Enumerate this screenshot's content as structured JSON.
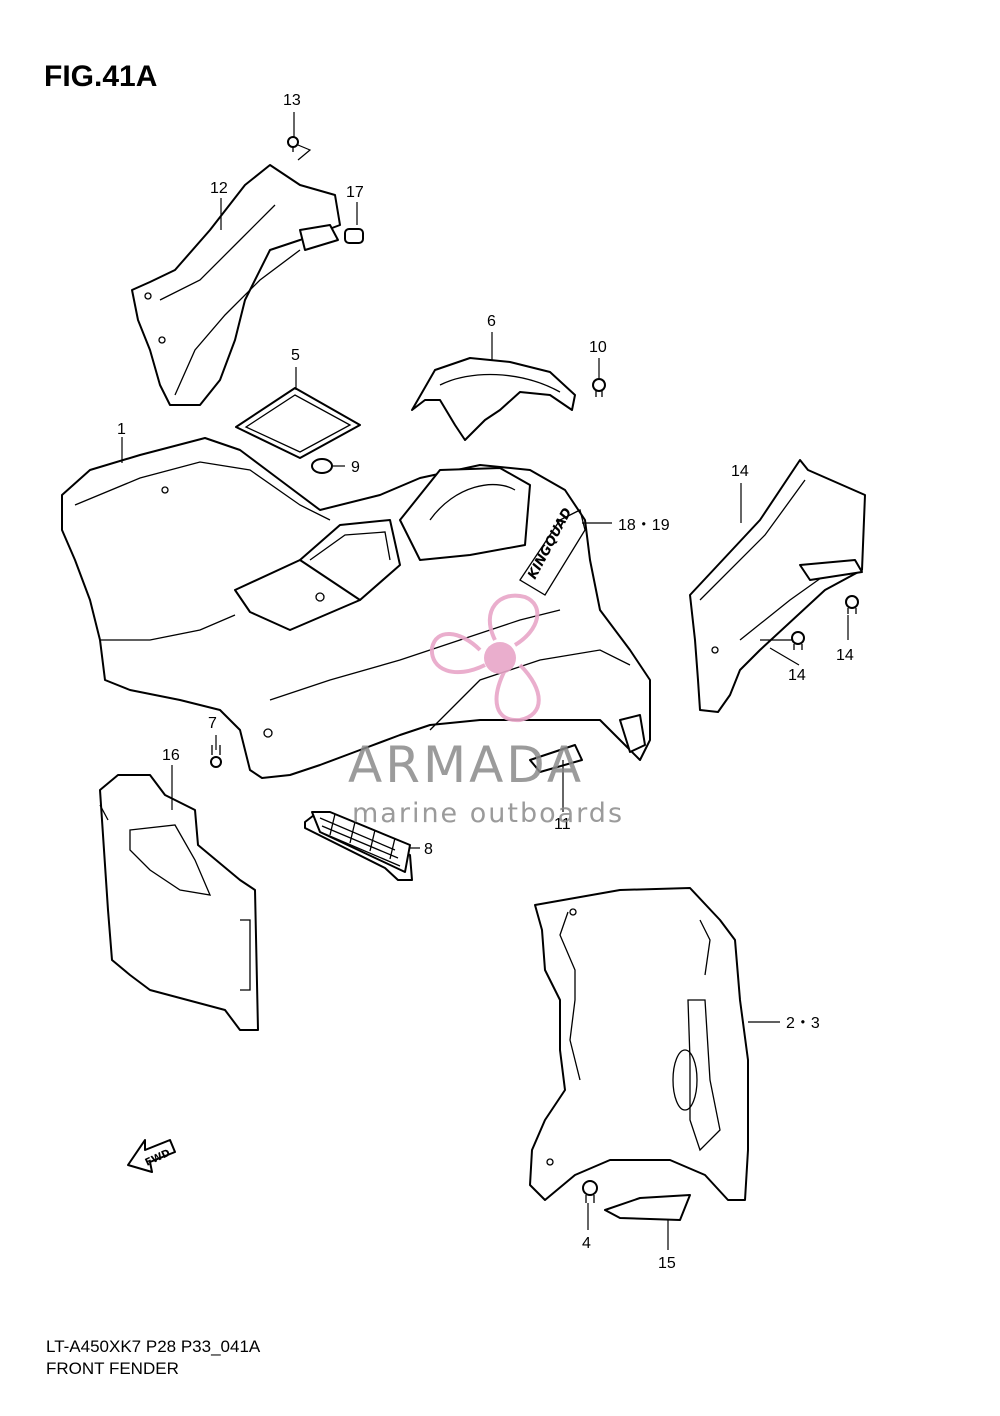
{
  "figure": {
    "title": "FIG.41A",
    "model_code": "LT-A450XK7 P28 P33_041A",
    "name": "FRONT FENDER"
  },
  "callouts": [
    {
      "id": "c1",
      "text": "1"
    },
    {
      "id": "c2_3",
      "text": "2・3"
    },
    {
      "id": "c4",
      "text": "4"
    },
    {
      "id": "c5",
      "text": "5"
    },
    {
      "id": "c6",
      "text": "6"
    },
    {
      "id": "c7",
      "text": "7"
    },
    {
      "id": "c8",
      "text": "8"
    },
    {
      "id": "c9",
      "text": "9"
    },
    {
      "id": "c10",
      "text": "10"
    },
    {
      "id": "c11",
      "text": "11"
    },
    {
      "id": "c12",
      "text": "12"
    },
    {
      "id": "c13",
      "text": "13"
    },
    {
      "id": "c14a",
      "text": "14"
    },
    {
      "id": "c14b",
      "text": "14"
    },
    {
      "id": "c14c",
      "text": "14"
    },
    {
      "id": "c15",
      "text": "15"
    },
    {
      "id": "c16",
      "text": "16"
    },
    {
      "id": "c17",
      "text": "17"
    },
    {
      "id": "c18_19",
      "text": "18・19"
    }
  ],
  "fwd_label": "FWD",
  "decal_text": "KINGQUAD",
  "watermark": {
    "brand": "ARMADA",
    "tagline": "marine outboards",
    "logo_color": "#e8a6c8",
    "text_color": "#8a8a8a"
  }
}
